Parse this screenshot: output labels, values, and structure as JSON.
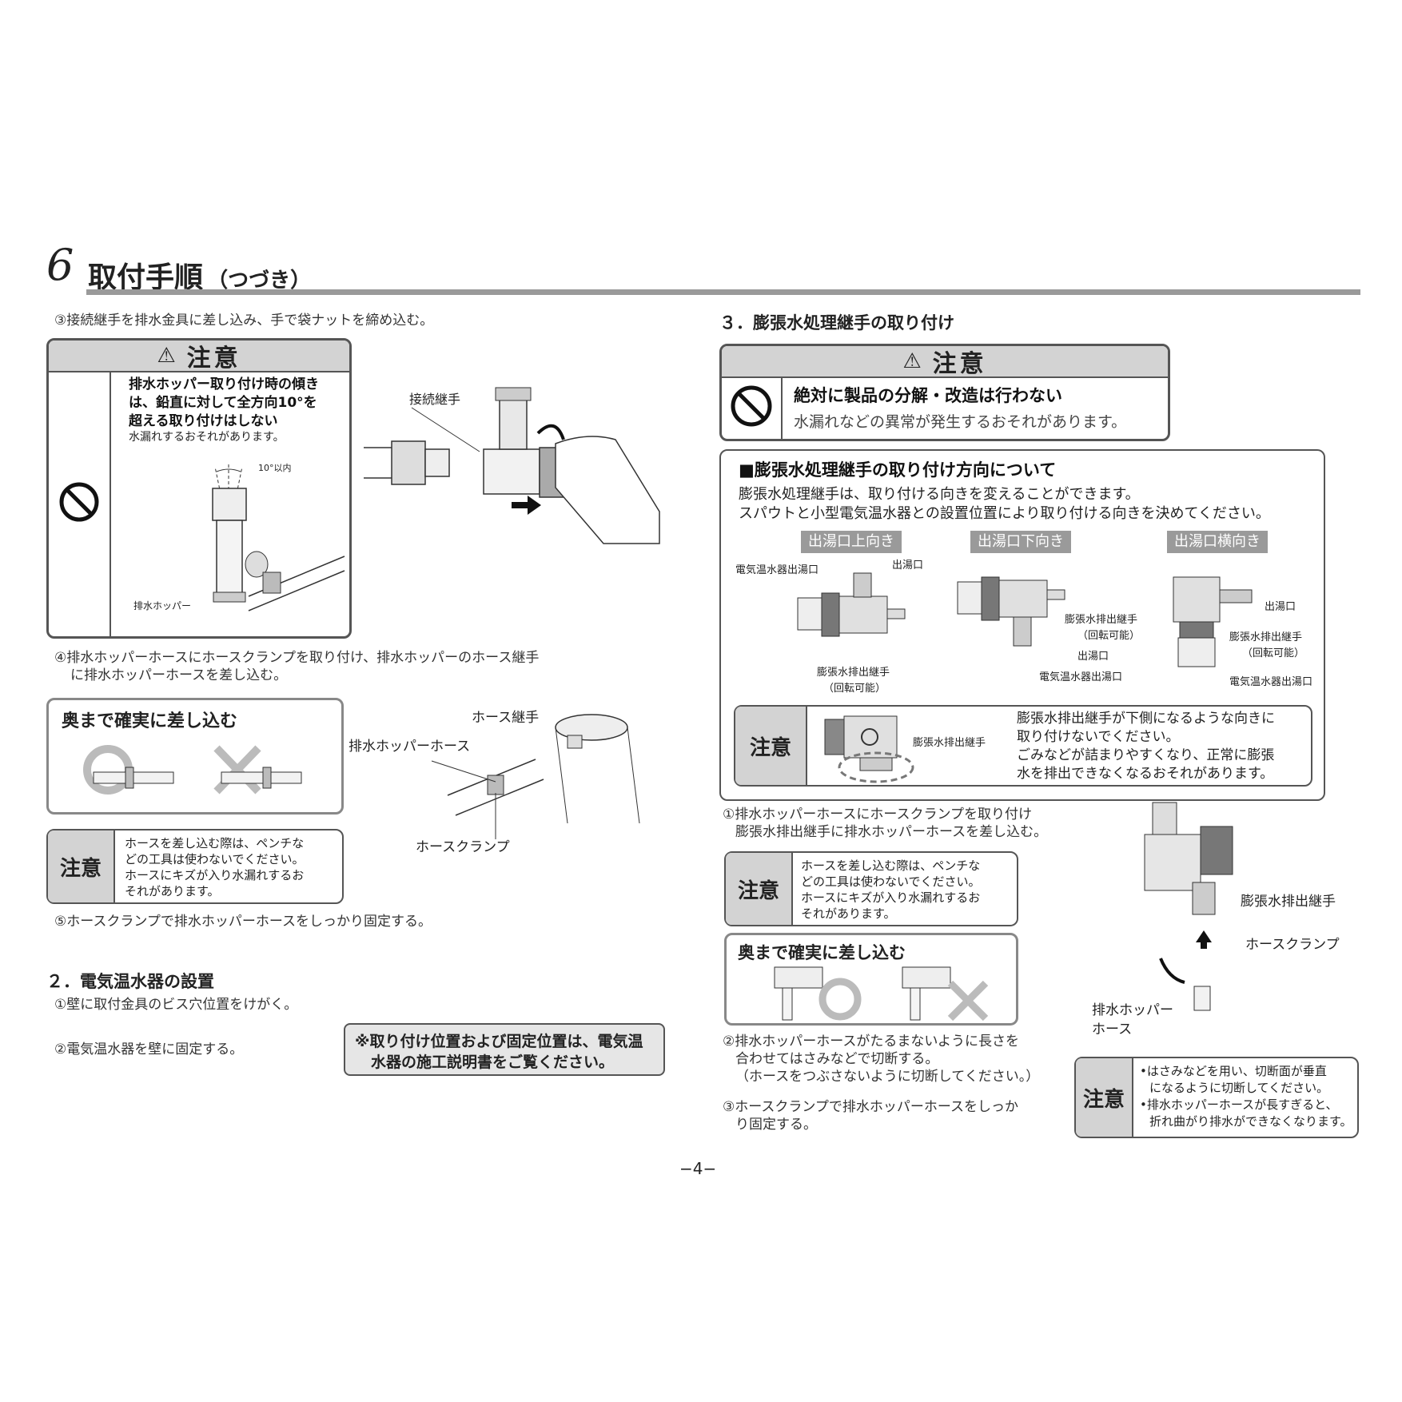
{
  "header": {
    "number": "6",
    "title": "取付手順",
    "subtitle": "（つづき）"
  },
  "left": {
    "step3": "③接続継手を排水金具に差し込み、手で袋ナットを締め込む。",
    "caution1": {
      "title": "注意",
      "bold_lines": [
        "排水ホッパー取り付け時の傾き",
        "は、鉛直に対して全方向10°を",
        "超える取り付けはしない"
      ],
      "sub": "水漏れするおそれがあります。",
      "angle_label": "10°以内",
      "hopper_label": "排水ホッパー"
    },
    "fig1_label": "接続継手",
    "step4": [
      "④排水ホッパーホースにホースクランプを取り付け、排水ホッパーのホース継手",
      "に排水ホッパーホースを差し込む。"
    ],
    "insert_box_title": "奥まで確実に差し込む",
    "fig2_labels": {
      "hose_joint": "ホース継手",
      "hopper_hose": "排水ホッパーホース",
      "hose_clamp": "ホースクランプ"
    },
    "note1": {
      "label": "注意",
      "lines": [
        "ホースを差し込む際は、ペンチな",
        "どの工具は使わないでください。",
        "ホースにキズが入り水漏れするお",
        "それがあります。"
      ]
    },
    "step5": "⑤ホースクランプで排水ホッパーホースをしっかり固定する。",
    "section2_title": "２．電気温水器の設置",
    "section2_step1": "①壁に取付金具のビス穴位置をけがく。",
    "section2_step2": "②電気温水器を壁に固定する。",
    "section2_note": [
      "※取り付け位置および固定位置は、電気温",
      "水器の施工説明書をご覧ください。"
    ]
  },
  "right": {
    "section3_title": "３．膨張水処理継手の取り付け",
    "caution2": {
      "title": "注意",
      "bold": "絶対に製品の分解・改造は行わない",
      "sub": "水漏れなどの異常が発生するおそれがあります。"
    },
    "direction_box": {
      "title": "■膨張水処理継手の取り付け方向について",
      "desc": [
        "膨張水処理継手は、取り付ける向きを変えることができます。",
        "スパウトと小型電気温水器との設置位置により取り付ける向きを決めてください。"
      ],
      "tags": [
        "出湯口上向き",
        "出湯口下向き",
        "出湯口横向き"
      ],
      "fig_a": {
        "heater_outlet": "電気温水器出湯口",
        "outlet": "出湯口",
        "drain_joint": "膨張水排出継手",
        "rotatable": "（回転可能）"
      },
      "fig_b": {
        "drain_joint": "膨張水排出継手",
        "rotatable": "（回転可能）",
        "outlet": "出湯口",
        "heater_outlet": "電気温水器出湯口"
      },
      "fig_c": {
        "outlet": "出湯口",
        "drain_joint": "膨張水排出継手",
        "rotatable": "（回転可能）",
        "heater_outlet": "電気温水器出湯口"
      },
      "inner_note": {
        "label": "注意",
        "fig_label": "膨張水排出継手",
        "lines": [
          "膨張水排出継手が下側になるような向きに",
          "取り付けないでください。",
          "ごみなどが詰まりやすくなり、正常に膨張",
          "水を排出できなくなるおそれがあります。"
        ]
      }
    },
    "step1": [
      "①排水ホッパーホースにホースクランプを取り付け",
      "膨張水排出継手に排水ホッパーホースを差し込む。"
    ],
    "note2": {
      "label": "注意",
      "lines": [
        "ホースを差し込む際は、ペンチな",
        "どの工具は使わないでください。",
        "ホースにキズが入り水漏れするお",
        "それがあります。"
      ]
    },
    "insert_box_title": "奥まで確実に差し込む",
    "fig3_labels": {
      "drain_joint": "膨張水排出継手",
      "hose_clamp": "ホースクランプ",
      "hopper_hose_1": "排水ホッパー",
      "hopper_hose_2": "ホース"
    },
    "step2": [
      "②排水ホッパーホースがたるまないように長さを",
      "合わせてはさみなどで切断する。",
      "（ホースをつぶさないように切断してください。）"
    ],
    "step3": [
      "③ホースクランプで排水ホッパーホースをしっか",
      "り固定する。"
    ],
    "note3": {
      "label": "注意",
      "lines": [
        "•はさみなどを用い、切断面が垂直",
        "になるように切断してください。",
        "•排水ホッパーホースが長すぎると、",
        "折れ曲がり排水ができなくなります。"
      ]
    }
  },
  "page_number": "−4−"
}
